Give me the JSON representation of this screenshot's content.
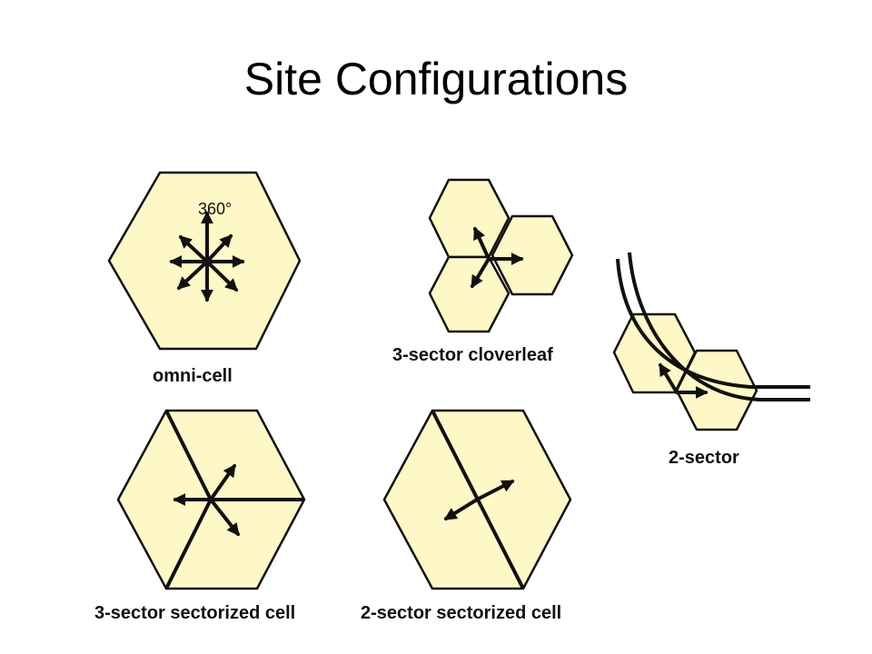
{
  "title": "Site Configurations",
  "labels": {
    "omni": "omni-cell",
    "cloverleaf": "3-sector cloverleaf",
    "two_sector": "2-sector",
    "three_sectorized": "3-sector sectorized cell",
    "two_sectorized": "2-sector sectorized cell",
    "degree": "360°"
  },
  "colors": {
    "cell_fill": "#fdf8c5",
    "stroke": "#111111"
  }
}
